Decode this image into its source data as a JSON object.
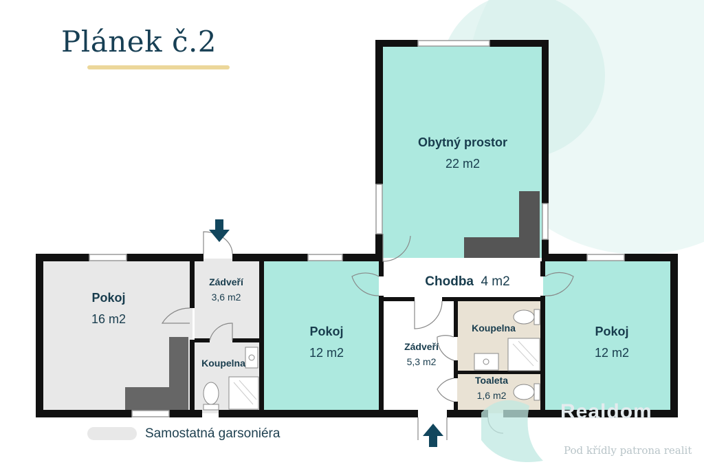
{
  "header": {
    "title": "Plánek č.2"
  },
  "rooms": [
    {
      "name": "Obytný prostor",
      "area": "22 m2"
    },
    {
      "name": "Chodba",
      "area": "4 m2"
    },
    {
      "name": "Pokoj",
      "area": "16 m2"
    },
    {
      "name": "Zádveří",
      "area": "3,6 m2"
    },
    {
      "name": "Koupelna",
      "area": ""
    },
    {
      "name": "Pokoj",
      "area": "12 m2"
    },
    {
      "name": "Zádveří",
      "area": "5,3 m2"
    },
    {
      "name": "Koupelna",
      "area": ""
    },
    {
      "name": "Toaleta",
      "area": "1,6 m2"
    },
    {
      "name": "Pokoj",
      "area": "12 m2"
    }
  ],
  "legend": {
    "label": "Samostatná garsoniéra"
  },
  "footer": {
    "slogan": "Pod křídly patrona realit",
    "brand": "Realdom"
  },
  "colors": {
    "teal_room": "#ade9df",
    "grey_room": "#e8e8e8",
    "beige_room": "#e9e2d4",
    "walls": "#111111",
    "title": "#173f54",
    "accent_underline": "#ecd79a",
    "entrance_arrow": "#12465d"
  },
  "icons": [
    "entrance-arrow-icon",
    "toilet-icon",
    "sink-icon",
    "shower-icon",
    "door-swing-icon"
  ]
}
